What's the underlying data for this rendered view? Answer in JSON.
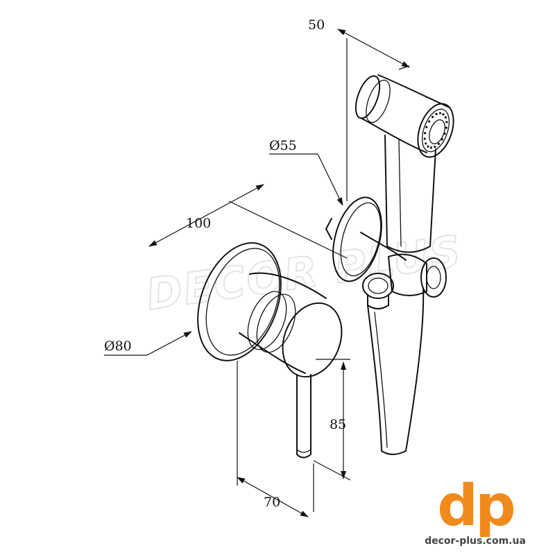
{
  "watermark": "DECOR PLUS",
  "dimensions": {
    "spray_width": "50",
    "holder_diameter": "Ø55",
    "projection": "100",
    "rosette_diameter": "Ø80",
    "lever_height": "85",
    "lever_depth": "70"
  },
  "brand": {
    "logo": "dp",
    "url": "decor-plus.com.ua",
    "accent_color": "#f08a1c"
  }
}
